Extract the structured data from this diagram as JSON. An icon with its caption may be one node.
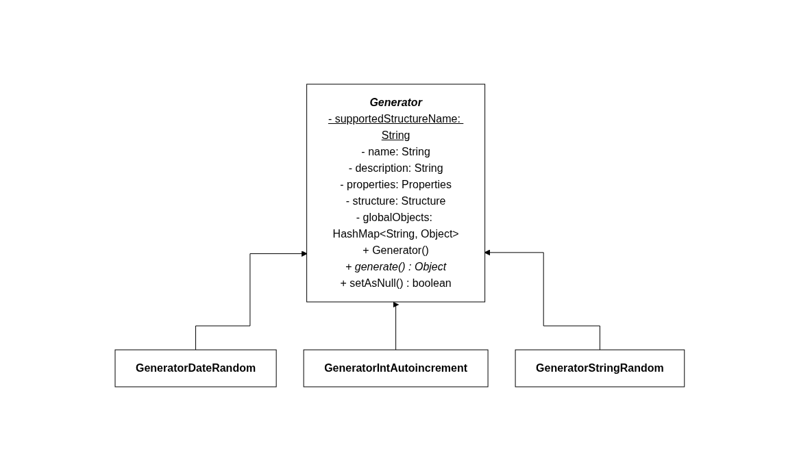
{
  "diagram": {
    "nodes": [
      {
        "text": [
          "Generator",
          "- supportedStructureName: String",
          "- name: String",
          "- description: String",
          "- properties: Properties",
          "- structure: Structure",
          "- globalObjects: HashMap<String, Object>",
          "+ Generator()",
          "+ generate() : Object",
          "+ setAsNull() : boolean"
        ]
      },
      {
        "text": [
          "GeneratorDateRandom"
        ]
      },
      {
        "text": [
          "GeneratorIntAutoincrement"
        ]
      },
      {
        "text": [
          "GeneratorStringRandom"
        ]
      }
    ],
    "edges": [
      {
        "from": 1,
        "to": 0,
        "arrow": "to"
      },
      {
        "from": 2,
        "to": 0,
        "arrow": "to"
      },
      {
        "from": 3,
        "to": 0,
        "arrow": "to"
      }
    ]
  }
}
